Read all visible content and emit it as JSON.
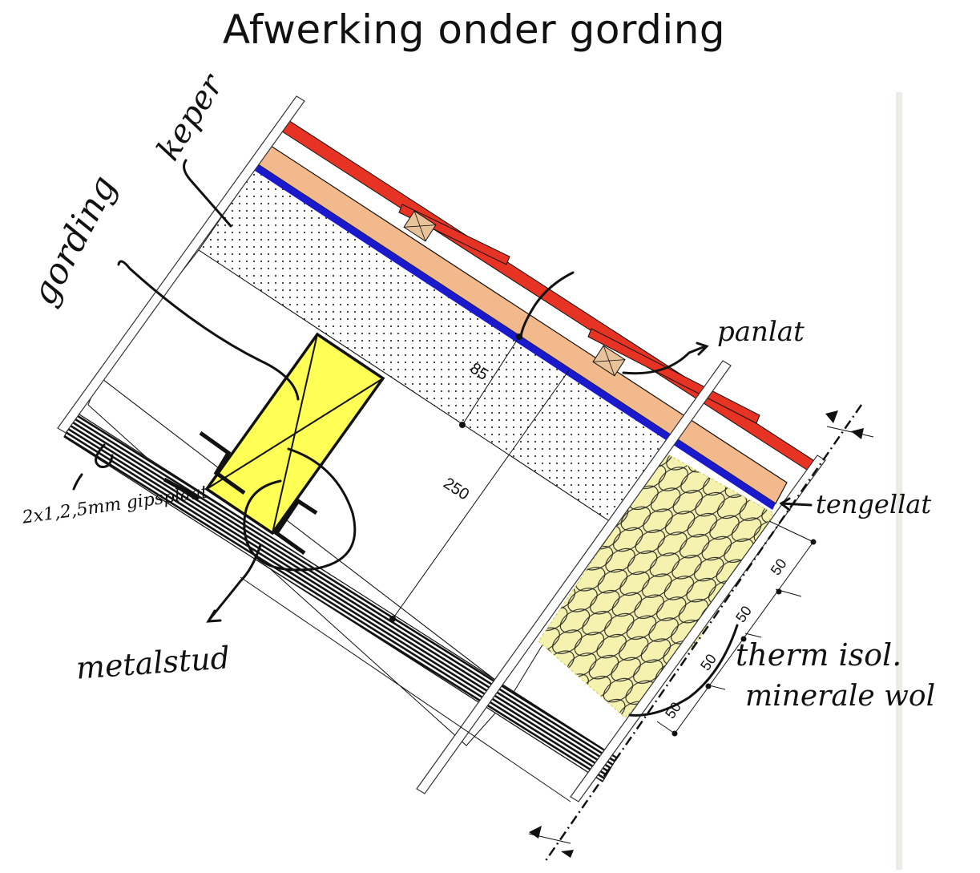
{
  "title": "Afwerking onder gording",
  "labels": {
    "keper": "keper",
    "gording": "gording",
    "panlat": "panlat",
    "tengellat": "tengellat",
    "gipsplaat": "2x1,2,5mm gipsplaat",
    "metalstud": "metalstud",
    "isolatie_line1": "therm isol.",
    "isolatie_line2": "minerale wol"
  },
  "dimensions": {
    "d85": "85",
    "d250": "250",
    "d50a": "50",
    "d50b": "50",
    "d50c": "50",
    "d50d": "50"
  },
  "colors": {
    "roof_tile": "#e63323",
    "rafter_timber": "#f2b98c",
    "membrane": "#1a1acc",
    "purlin": "#ffff55",
    "batten": "#e8c39a",
    "insulation": "#f3f0a8",
    "outline": "#111111"
  }
}
